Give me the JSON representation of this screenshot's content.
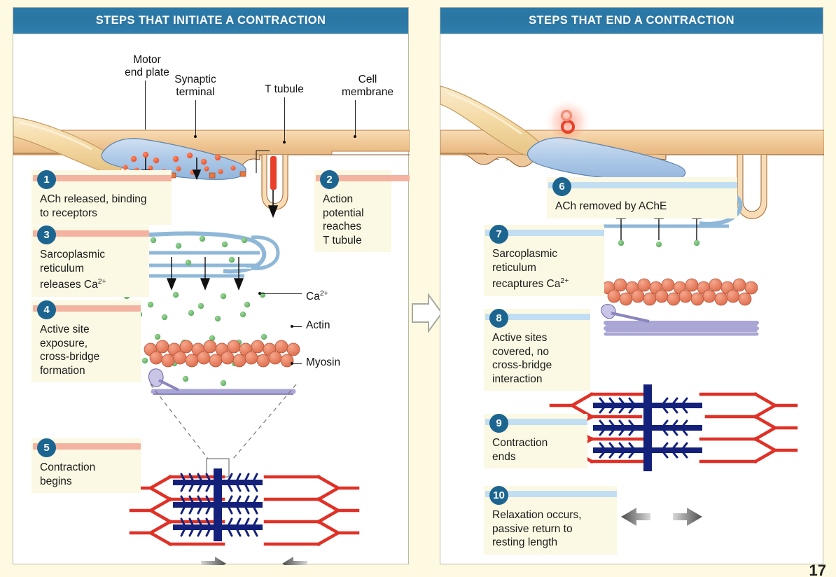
{
  "figure": {
    "page_number": "17",
    "background_color": "#fdfae1",
    "header_color": "#2b76a3",
    "initiate_bar_color": "#f3b3a0",
    "end_bar_color": "#c2def2",
    "number_badge_color": "#1c6591"
  },
  "left_panel": {
    "title": "STEPS THAT INITIATE A CONTRACTION",
    "anatomy_labels": [
      {
        "id": "motor-end-plate",
        "text": "Motor\nend plate"
      },
      {
        "id": "synaptic-terminal",
        "text": "Synaptic\nterminal"
      },
      {
        "id": "t-tubule",
        "text": "T tubule"
      },
      {
        "id": "cell-membrane",
        "text": "Cell\nmembrane"
      },
      {
        "id": "calcium-ion",
        "text": "Ca2+"
      },
      {
        "id": "actin",
        "text": "Actin"
      },
      {
        "id": "myosin",
        "text": "Myosin"
      }
    ],
    "steps": [
      {
        "number": "1",
        "text": "ACh released, binding\nto receptors"
      },
      {
        "number": "2",
        "text": "Action\npotential\nreaches\nT tubule"
      },
      {
        "number": "3",
        "text": "Sarcoplasmic\nreticulum\nreleases Ca2+"
      },
      {
        "number": "4",
        "text": "Active site\nexposure,\ncross-bridge\nformation"
      },
      {
        "number": "5",
        "text": "Contraction\nbegins"
      }
    ],
    "sarcomere_state": "contracted",
    "sarcomere_arrows": "inward"
  },
  "right_panel": {
    "title": "STEPS THAT END A CONTRACTION",
    "steps": [
      {
        "number": "6",
        "text": "ACh removed by AChE"
      },
      {
        "number": "7",
        "text": "Sarcoplasmic\nreticulum\nrecaptures Ca2+"
      },
      {
        "number": "8",
        "text": "Active sites\ncovered, no\ncross-bridge\ninteraction"
      },
      {
        "number": "9",
        "text": "Contraction\nends"
      },
      {
        "number": "10",
        "text": "Relaxation occurs,\npassive return to\nresting length"
      }
    ],
    "sarcomere_state": "relaxed",
    "sarcomere_arrows": "outward"
  },
  "middle": {
    "flow_arrow": "right-arrow-outline"
  }
}
